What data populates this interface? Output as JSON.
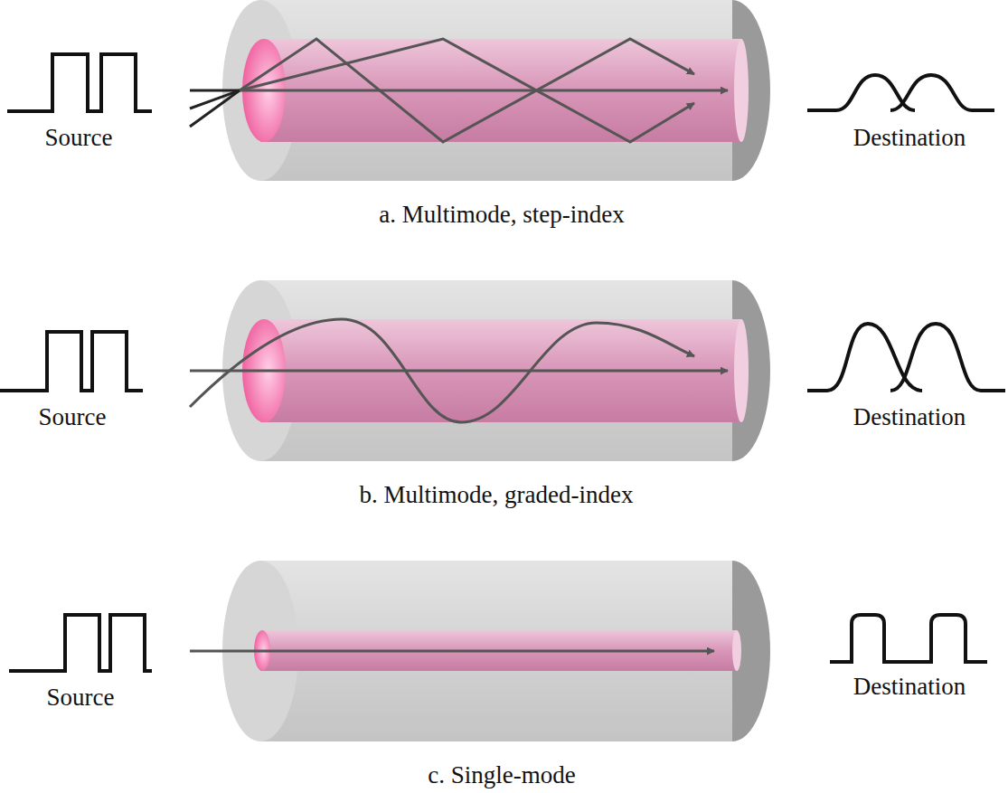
{
  "diagram": {
    "labels": [
      "Source",
      "Destination",
      "a. Multimode, step-index",
      "Source",
      "Destination",
      "b. Multimode, graded-index",
      "Source",
      "Destination",
      "c. Single-mode"
    ]
  }
}
